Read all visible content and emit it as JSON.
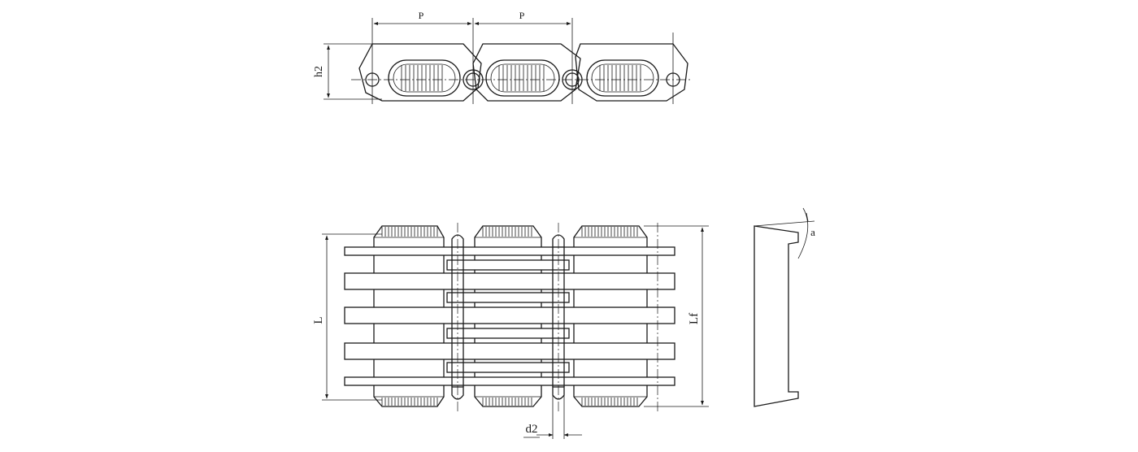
{
  "labels": {
    "pitch_1": "P",
    "pitch_2": "P",
    "height": "h2",
    "length": "L",
    "full_length": "Lf",
    "pin_diameter": "d2",
    "angle": "a"
  }
}
